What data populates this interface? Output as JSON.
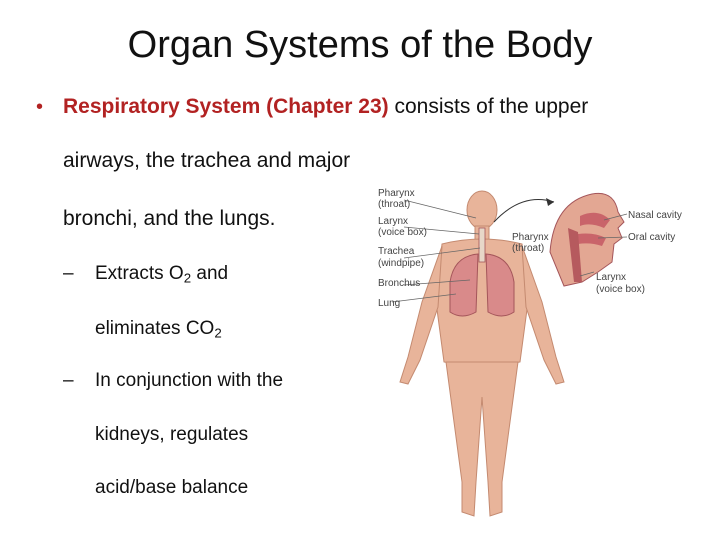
{
  "slide": {
    "title": "Organ Systems of the Body",
    "bullet": {
      "marker": "•",
      "highlight": "Respiratory System (Chapter 23)",
      "line1_rest": " consists of the upper",
      "line2": "airways, the trachea and major",
      "line3": "bronchi, and the lungs."
    },
    "subpoints": [
      {
        "marker": "–",
        "line1_pre": "Extracts O",
        "line1_sub": "2",
        "line1_post": " and",
        "line2_pre": "eliminates CO",
        "line2_sub": "2"
      },
      {
        "marker": "–",
        "line1": "In conjunction with the",
        "line2": "kidneys, regulates",
        "line3": "acid/base balance"
      }
    ]
  },
  "figure": {
    "labels": {
      "pharynx": "Pharynx",
      "pharynx_sub": "(throat)",
      "larynx": "Larynx",
      "larynx_sub": "(voice box)",
      "trachea": "Trachea",
      "trachea_sub": "(windpipe)",
      "bronchus": "Bronchus",
      "lung": "Lung",
      "pharynx2": "Pharynx",
      "pharynx2_sub": "(throat)",
      "nasal_cavity": "Nasal cavity",
      "oral_cavity": "Oral cavity",
      "larynx2": "Larynx",
      "larynx2_sub": "(voice box)"
    },
    "colors": {
      "skin": "#e8b49a",
      "lung": "#d98a8a",
      "tissue": "#c9646a"
    }
  }
}
